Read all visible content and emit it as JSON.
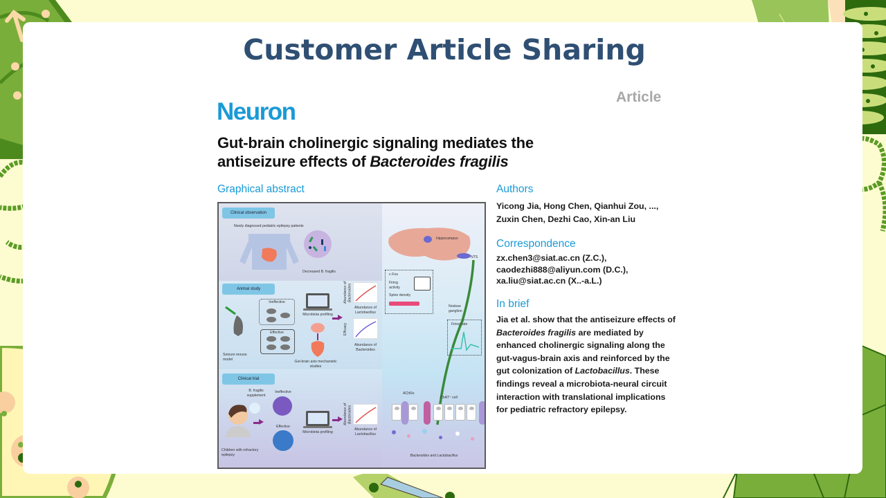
{
  "slide": {
    "title": "Customer Article Sharing",
    "colors": {
      "background": "#fdfcd0",
      "card": "#ffffff",
      "title": "#2f4f73",
      "accent_green": "#6a9a2a"
    }
  },
  "article": {
    "journal": "Neuron",
    "type": "Article",
    "title_line1": "Gut-brain cholinergic signaling mediates the",
    "title_line2_plain": "antiseizure effects of ",
    "title_line2_italic": "Bacteroides fragilis",
    "colors": {
      "journal_blue": "#1a9ad6",
      "article_gray": "#a8a8a8"
    }
  },
  "graphical_abstract": {
    "heading": "Graphical abstract",
    "sections": {
      "clinical_observation": {
        "label": "Clinical observation",
        "caption": "Newly diagnosed pediatric epilepsy patients",
        "result": "Decreased B. fragilis"
      },
      "animal_study": {
        "label": "Animal study",
        "ineffective": "Ineffective",
        "effective": "Effective",
        "model": "Seizure mouse model",
        "profiling": "Microbiota profiling",
        "mechanistic": "Gut-brain axis mechanistic studies",
        "plot1_y": "Abundance of Bacteroides",
        "plot1_x": "Abundance of Lactobacillus",
        "plot2_y": "Efficacy",
        "plot2_x": "Abundance of Bacteroides"
      },
      "clinical_trial": {
        "label": "Clinical trial",
        "supplement": "B. fragilis supplement",
        "ineffective": "Ineffective",
        "effective": "Effective",
        "children": "Children with refractory epilepsy",
        "profiling": "Microbiota profiling",
        "plot_y": "Abundance of Bacteroides",
        "plot_x": "Abundance of Lactobacillus"
      },
      "mechanism": {
        "hippocampus": "Hippocampus",
        "nts": "NTS",
        "cfos": "c-Fos",
        "firing_activity": "Firing activity",
        "spine_density": "Spine density",
        "nodose": "Nodose ganglion",
        "firing_rate": "Firing rate",
        "achrs": "AChRs",
        "chat_cell": "ChAT⁺ cell",
        "bottom": "Bacteroides and Lactobacillus"
      }
    }
  },
  "authors": {
    "heading": "Authors",
    "line1": "Yicong Jia, Hong Chen, Qianhui Zou, ...,",
    "line2": "Zuxin Chen, Dezhi Cao, Xin-an Liu"
  },
  "correspondence": {
    "heading": "Correspondence",
    "emails": [
      "zx.chen3@siat.ac.cn (Z.C.),",
      "caodezhi888@aliyun.com (D.C.),",
      "xa.liu@siat.ac.cn (X..-a.L.)"
    ]
  },
  "in_brief": {
    "heading": "In brief",
    "p1": "Jia et al. show that the antiseizure effects of ",
    "p1_italic": "Bacteroides fragilis",
    "p2": " are mediated by enhanced cholinergic signaling along the gut-vagus-brain axis and reinforced by the gut colonization of ",
    "p2_italic": "Lactobacillus",
    "p3": ". These findings reveal a microbiota-neural circuit interaction with translational implications for pediatric refractory epilepsy."
  }
}
